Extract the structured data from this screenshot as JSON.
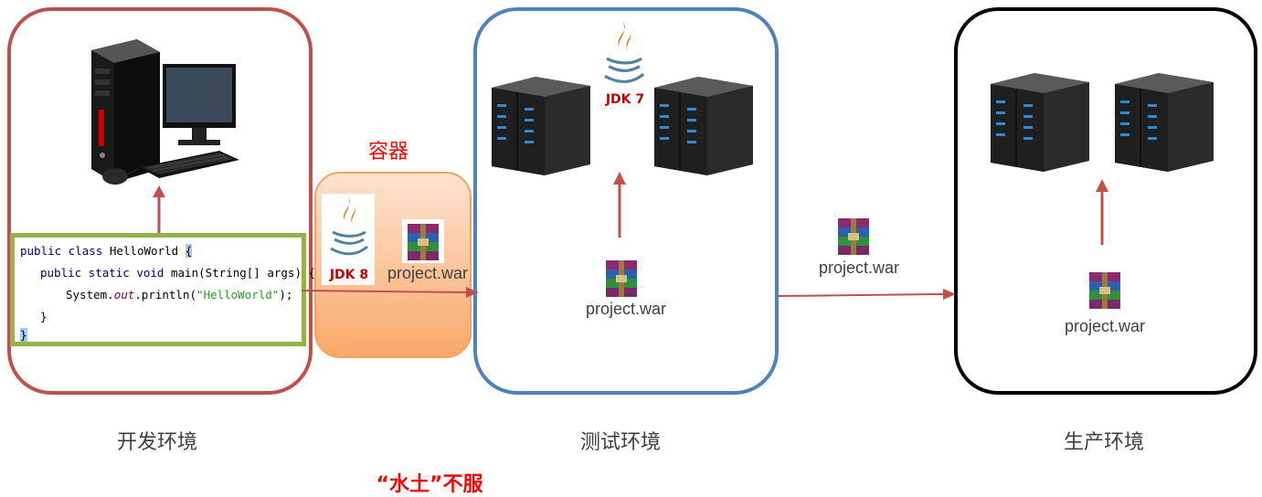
{
  "environments": {
    "dev": {
      "label": "开发环境"
    },
    "test": {
      "label": "测试环境"
    },
    "prod": {
      "label": "生产环境"
    }
  },
  "container": {
    "label": "容器"
  },
  "caption": "“水土”不服",
  "code": {
    "line1_kw": "public class",
    "line1_rest": " HelloWorld ",
    "line1_brace": "{",
    "line2_kw": "public static void",
    "line2_rest": " main(String[] args) {",
    "line3_a": "System.",
    "line3_field": "out",
    "line3_b": ".println(",
    "line3_str": "\"HelloWorld\"",
    "line3_c": ");",
    "line4": "}",
    "line5": "}"
  },
  "jdk": {
    "container": "JDK 8",
    "test": "JDK 7"
  },
  "war": {
    "container": "project.war",
    "test": "project.war",
    "transfer": "project.war",
    "prod": "project.war"
  },
  "colors": {
    "dev_border": "#c0504d",
    "test_border": "#4f81bd",
    "prod_border": "#000000",
    "code_border": "#8fb44a",
    "arrow": "#c0504d",
    "accent_red": "#ff0000"
  },
  "icons": [
    "desktop-computer-icon",
    "server-icon",
    "java-logo-icon",
    "war-archive-icon"
  ]
}
